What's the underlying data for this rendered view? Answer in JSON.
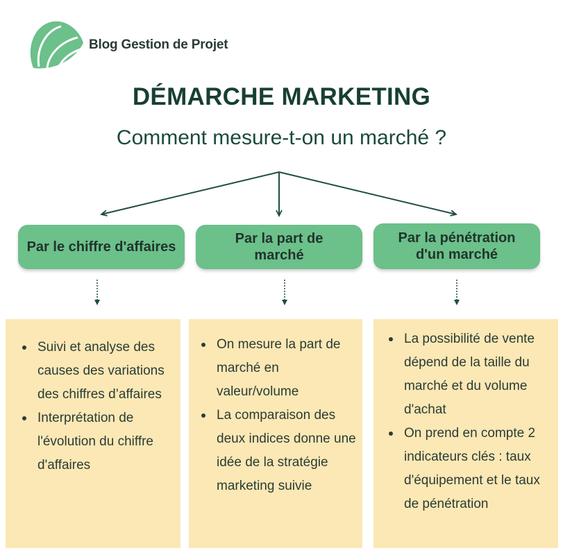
{
  "brand": {
    "name": "Blog Gestion de Projet",
    "logo_color": "#6cc08a"
  },
  "title": "DÉMARCHE MARKETING",
  "subtitle": "Comment mesure-t-on un marché ?",
  "colors": {
    "box": "#6cc08a",
    "panel": "#fbe8b5",
    "title": "#173f35",
    "line": "#1f4d3d"
  },
  "columns": [
    {
      "heading": "Par le chiffre d'affaires",
      "bullets": [
        "Suivi et analyse des causes des variations des chiffres d’affaires",
        "Interprétation de l'évolution du chiffre d'affaires"
      ]
    },
    {
      "heading": "Par la part de marché",
      "bullets": [
        "On mesure la part de marché en valeur/volume",
        "La comparaison des deux indices donne une idée de la stratégie marketing suivie"
      ]
    },
    {
      "heading": "Par la pénétration d'un marché",
      "bullets": [
        "La possibilité de vente dépend de la taille du marché et du volume d'achat",
        "On prend en compte 2 indicateurs clés : taux d'équipement et le taux de pénétration"
      ]
    }
  ]
}
